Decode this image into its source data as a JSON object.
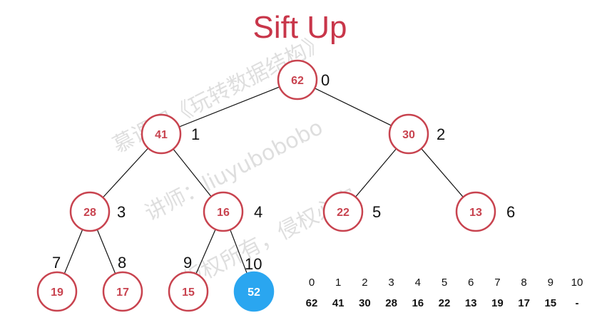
{
  "title": "Sift Up",
  "colors": {
    "title": "#c8364a",
    "node_stroke": "#c8434f",
    "node_text": "#c8434f",
    "highlight_fill": "#2aa6f0"
  },
  "watermark": [
    "慕课网《玩转数据结构》",
    "讲师：liuyubobobo",
    "版权所有，侵权必究"
  ],
  "tree": {
    "nodes": [
      {
        "index": "0",
        "value": "62"
      },
      {
        "index": "1",
        "value": "41"
      },
      {
        "index": "2",
        "value": "30"
      },
      {
        "index": "3",
        "value": "28"
      },
      {
        "index": "4",
        "value": "16"
      },
      {
        "index": "5",
        "value": "22"
      },
      {
        "index": "6",
        "value": "13"
      },
      {
        "index": "7",
        "value": "19"
      },
      {
        "index": "8",
        "value": "17"
      },
      {
        "index": "9",
        "value": "15"
      },
      {
        "index": "10",
        "value": "52",
        "highlighted": true
      }
    ]
  },
  "array": {
    "indices": [
      "0",
      "1",
      "2",
      "3",
      "4",
      "5",
      "6",
      "7",
      "8",
      "9",
      "10"
    ],
    "values": [
      "62",
      "41",
      "30",
      "28",
      "16",
      "22",
      "13",
      "19",
      "17",
      "15",
      "-"
    ]
  }
}
